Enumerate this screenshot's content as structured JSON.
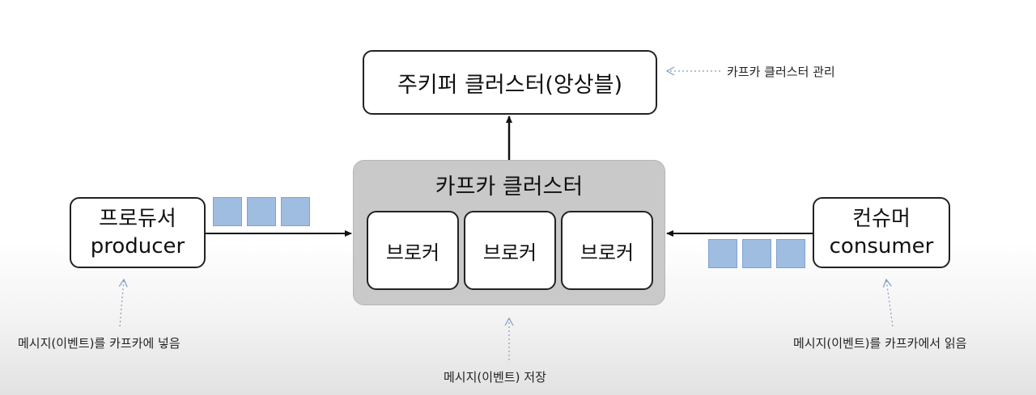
{
  "zookeeper": {
    "label": "주키퍼 클러스터(앙상블)",
    "note": "카프카 클러스터 관리"
  },
  "kafka": {
    "title": "카프카 클러스터",
    "brokers": [
      "브로커",
      "브로커",
      "브로커"
    ],
    "note": "메시지(이벤트) 저장"
  },
  "producer": {
    "label_ko": "프로듀서",
    "label_en": "producer",
    "note": "메시지(이벤트)를 카프카에 넣음"
  },
  "consumer": {
    "label_ko": "컨슈머",
    "label_en": "consumer",
    "note": "메시지(이벤트)를 카프카에서 읽음"
  },
  "colors": {
    "message_block": "#9fbde0",
    "cluster_bg": "#c9c9c9",
    "note_arrow": "#7f9cc4"
  }
}
